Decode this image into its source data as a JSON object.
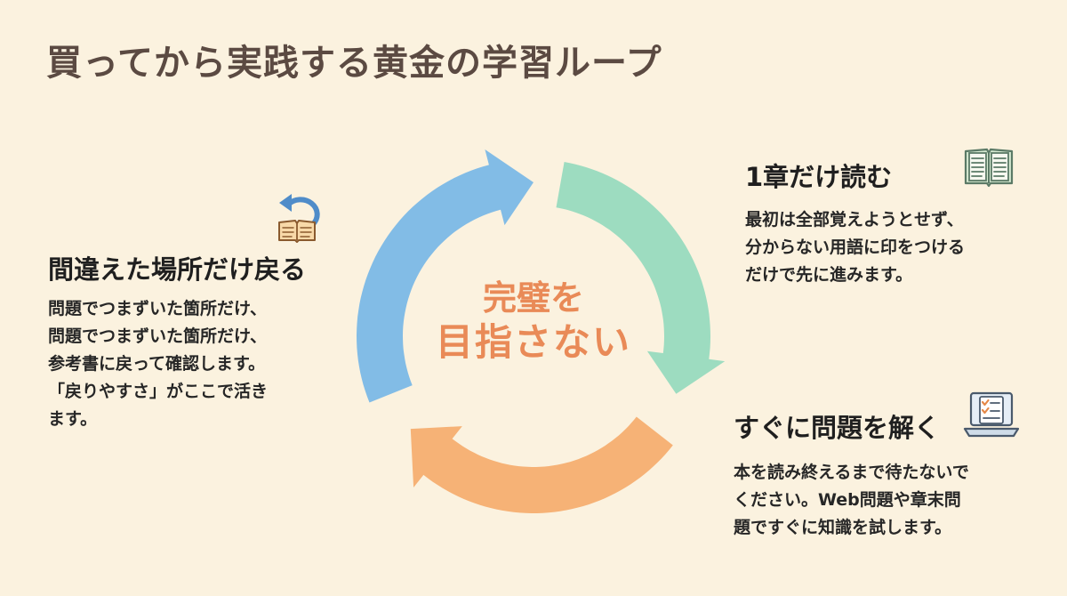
{
  "title": "買ってから実践する黄金の学習ループ",
  "center": {
    "line1": "完璧を",
    "line2": "目指さない"
  },
  "steps": [
    {
      "heading": "1章だけ読む",
      "lines": [
        "最初は全部覚えようとせず、",
        "分からない用語に印をつける",
        "だけで先に進みます。"
      ],
      "icon": "open-book-icon"
    },
    {
      "heading": "すぐに問題を解く",
      "lines": [
        "本を読み終えるまで待たないで",
        "ください。Web問題や章末問",
        "題ですぐに知識を試します。"
      ],
      "icon": "laptop-checklist-icon"
    },
    {
      "heading": "間違えた場所だけ戻る",
      "lines": [
        "問題でつまずいた箇所だけ、",
        "問題でつまずいた箇所だけ、",
        "参考書に戻って確認します。",
        "「戻りやすさ」がここで活き",
        "ます。"
      ],
      "icon": "book-return-icon"
    }
  ],
  "colors": {
    "background": "#fbf2df",
    "arrow_blue": "#82bce6",
    "arrow_green": "#9ddcc0",
    "arrow_orange": "#f6b276",
    "center_text": "#e98a57",
    "title_text": "#5b4a42"
  }
}
